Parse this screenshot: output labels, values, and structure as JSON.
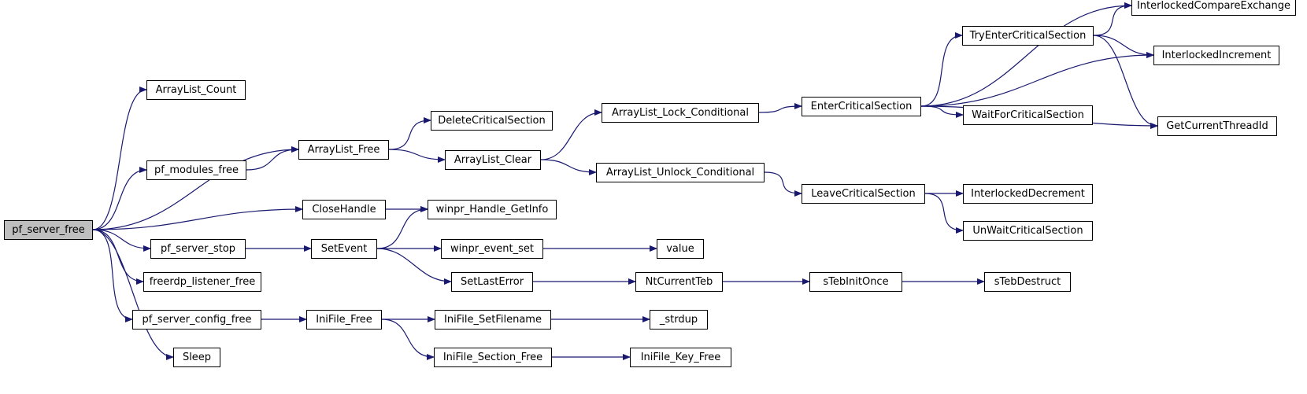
{
  "nodes": [
    {
      "id": "pf_server_free",
      "label": "pf_server_free",
      "root": true
    },
    {
      "id": "ArrayList_Count",
      "label": "ArrayList_Count"
    },
    {
      "id": "pf_modules_free",
      "label": "pf_modules_free"
    },
    {
      "id": "ArrayList_Free",
      "label": "ArrayList_Free"
    },
    {
      "id": "DeleteCriticalSection",
      "label": "DeleteCriticalSection"
    },
    {
      "id": "ArrayList_Clear",
      "label": "ArrayList_Clear"
    },
    {
      "id": "ArrayList_Lock_Conditional",
      "label": "ArrayList_Lock_Conditional"
    },
    {
      "id": "ArrayList_Unlock_Conditional",
      "label": "ArrayList_Unlock_Conditional"
    },
    {
      "id": "EnterCriticalSection",
      "label": "EnterCriticalSection"
    },
    {
      "id": "LeaveCriticalSection",
      "label": "LeaveCriticalSection"
    },
    {
      "id": "TryEnterCriticalSection",
      "label": "TryEnterCriticalSection"
    },
    {
      "id": "InterlockedCompareExchange",
      "label": "InterlockedCompareExchange"
    },
    {
      "id": "InterlockedIncrement",
      "label": "InterlockedIncrement"
    },
    {
      "id": "WaitForCriticalSection",
      "label": "WaitForCriticalSection"
    },
    {
      "id": "GetCurrentThreadId",
      "label": "GetCurrentThreadId"
    },
    {
      "id": "InterlockedDecrement",
      "label": "InterlockedDecrement"
    },
    {
      "id": "UnWaitCriticalSection",
      "label": "UnWaitCriticalSection"
    },
    {
      "id": "CloseHandle",
      "label": "CloseHandle"
    },
    {
      "id": "winpr_Handle_GetInfo",
      "label": "winpr_Handle_GetInfo"
    },
    {
      "id": "pf_server_stop",
      "label": "pf_server_stop"
    },
    {
      "id": "SetEvent",
      "label": "SetEvent"
    },
    {
      "id": "winpr_event_set",
      "label": "winpr_event_set"
    },
    {
      "id": "value",
      "label": "value"
    },
    {
      "id": "SetLastError",
      "label": "SetLastError"
    },
    {
      "id": "NtCurrentTeb",
      "label": "NtCurrentTeb"
    },
    {
      "id": "sTebInitOnce",
      "label": "sTebInitOnce"
    },
    {
      "id": "sTebDestruct",
      "label": "sTebDestruct"
    },
    {
      "id": "freerdp_listener_free",
      "label": "freerdp_listener_free"
    },
    {
      "id": "pf_server_config_free",
      "label": "pf_server_config_free"
    },
    {
      "id": "IniFile_Free",
      "label": "IniFile_Free"
    },
    {
      "id": "IniFile_SetFilename",
      "label": "IniFile_SetFilename"
    },
    {
      "id": "_strdup",
      "label": "_strdup"
    },
    {
      "id": "IniFile_Section_Free",
      "label": "IniFile_Section_Free"
    },
    {
      "id": "IniFile_Key_Free",
      "label": "IniFile_Key_Free"
    },
    {
      "id": "Sleep",
      "label": "Sleep"
    }
  ],
  "edges": [
    [
      "pf_server_free",
      "ArrayList_Count"
    ],
    [
      "pf_server_free",
      "ArrayList_Free"
    ],
    [
      "pf_server_free",
      "pf_modules_free"
    ],
    [
      "pf_server_free",
      "CloseHandle"
    ],
    [
      "pf_server_free",
      "pf_server_stop"
    ],
    [
      "pf_server_free",
      "freerdp_listener_free"
    ],
    [
      "pf_server_free",
      "pf_server_config_free"
    ],
    [
      "pf_server_free",
      "Sleep"
    ],
    [
      "pf_modules_free",
      "ArrayList_Free"
    ],
    [
      "ArrayList_Free",
      "DeleteCriticalSection"
    ],
    [
      "ArrayList_Free",
      "ArrayList_Clear"
    ],
    [
      "ArrayList_Clear",
      "ArrayList_Lock_Conditional"
    ],
    [
      "ArrayList_Clear",
      "ArrayList_Unlock_Conditional"
    ],
    [
      "ArrayList_Lock_Conditional",
      "EnterCriticalSection"
    ],
    [
      "ArrayList_Unlock_Conditional",
      "LeaveCriticalSection"
    ],
    [
      "EnterCriticalSection",
      "InterlockedCompareExchange"
    ],
    [
      "EnterCriticalSection",
      "TryEnterCriticalSection"
    ],
    [
      "EnterCriticalSection",
      "InterlockedIncrement"
    ],
    [
      "EnterCriticalSection",
      "WaitForCriticalSection"
    ],
    [
      "EnterCriticalSection",
      "GetCurrentThreadId"
    ],
    [
      "TryEnterCriticalSection",
      "InterlockedCompareExchange"
    ],
    [
      "TryEnterCriticalSection",
      "InterlockedIncrement"
    ],
    [
      "TryEnterCriticalSection",
      "GetCurrentThreadId"
    ],
    [
      "LeaveCriticalSection",
      "InterlockedDecrement"
    ],
    [
      "LeaveCriticalSection",
      "UnWaitCriticalSection"
    ],
    [
      "CloseHandle",
      "winpr_Handle_GetInfo"
    ],
    [
      "pf_server_stop",
      "SetEvent"
    ],
    [
      "SetEvent",
      "winpr_Handle_GetInfo"
    ],
    [
      "SetEvent",
      "winpr_event_set"
    ],
    [
      "SetEvent",
      "SetLastError"
    ],
    [
      "winpr_event_set",
      "value"
    ],
    [
      "SetLastError",
      "NtCurrentTeb"
    ],
    [
      "NtCurrentTeb",
      "sTebInitOnce"
    ],
    [
      "sTebInitOnce",
      "sTebDestruct"
    ],
    [
      "pf_server_config_free",
      "IniFile_Free"
    ],
    [
      "IniFile_Free",
      "IniFile_SetFilename"
    ],
    [
      "IniFile_Free",
      "IniFile_Section_Free"
    ],
    [
      "IniFile_SetFilename",
      "_strdup"
    ],
    [
      "IniFile_Section_Free",
      "IniFile_Key_Free"
    ]
  ]
}
